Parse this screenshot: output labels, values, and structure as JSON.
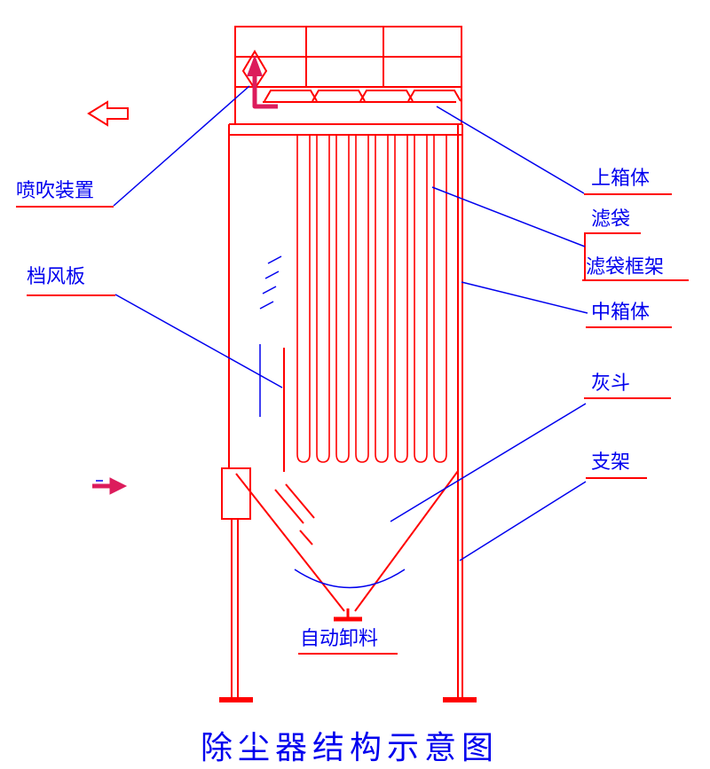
{
  "title": "除尘器结构示意图",
  "labels": {
    "blow_device": "喷吹装置",
    "baffle": "档风板",
    "upper_box": "上箱体",
    "filter_bag": "滤袋",
    "bag_cage": "滤袋框架",
    "middle_box": "中箱体",
    "ash_hopper": "灰斗",
    "support": "支架",
    "auto_discharge": "自动卸料"
  },
  "colors": {
    "structure_red": "#ff0000",
    "annotation_blue": "#0000ee",
    "pulse_pipe_crimson": "#dc1c5c",
    "background": "#ffffff"
  }
}
